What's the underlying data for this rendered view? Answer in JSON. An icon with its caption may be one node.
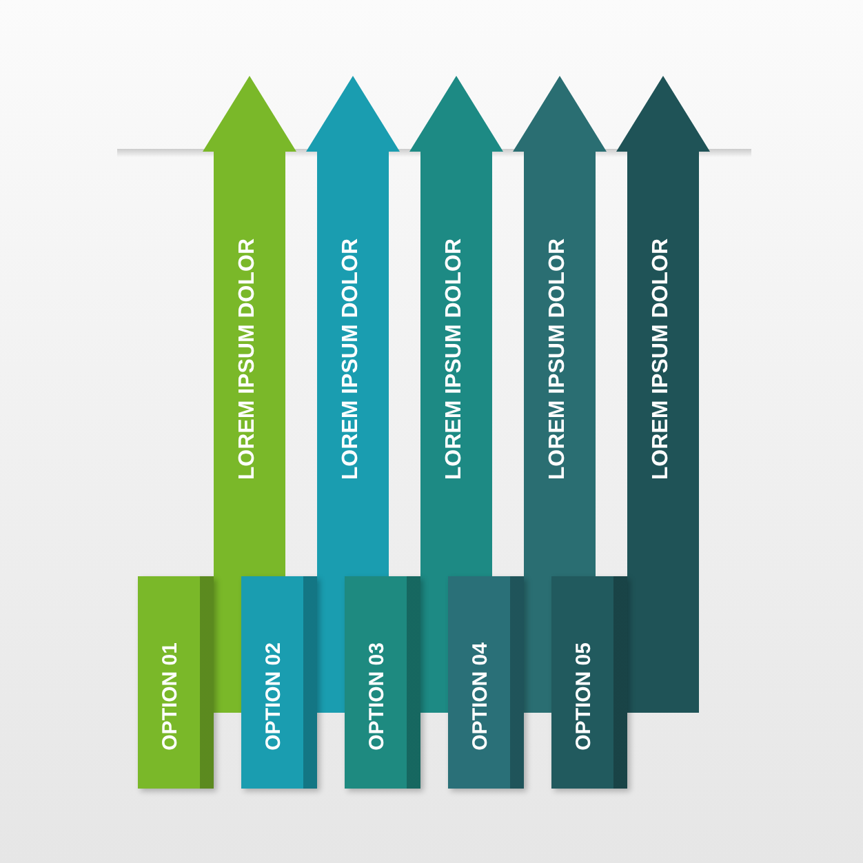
{
  "diagram": {
    "nodes": [
      {
        "text": [
          "LOREM IPSUM DOLOR"
        ]
      },
      {
        "text": [
          "LOREM IPSUM DOLOR"
        ]
      },
      {
        "text": [
          "LOREM IPSUM DOLOR"
        ]
      },
      {
        "text": [
          "LOREM IPSUM DOLOR"
        ]
      },
      {
        "text": [
          "LOREM IPSUM DOLOR"
        ]
      },
      {
        "text": [
          "OPTION 01"
        ]
      },
      {
        "text": [
          "OPTION 02"
        ]
      },
      {
        "text": [
          "OPTION 03"
        ]
      },
      {
        "text": [
          "OPTION 04"
        ]
      },
      {
        "text": [
          "OPTION 05"
        ]
      }
    ]
  }
}
